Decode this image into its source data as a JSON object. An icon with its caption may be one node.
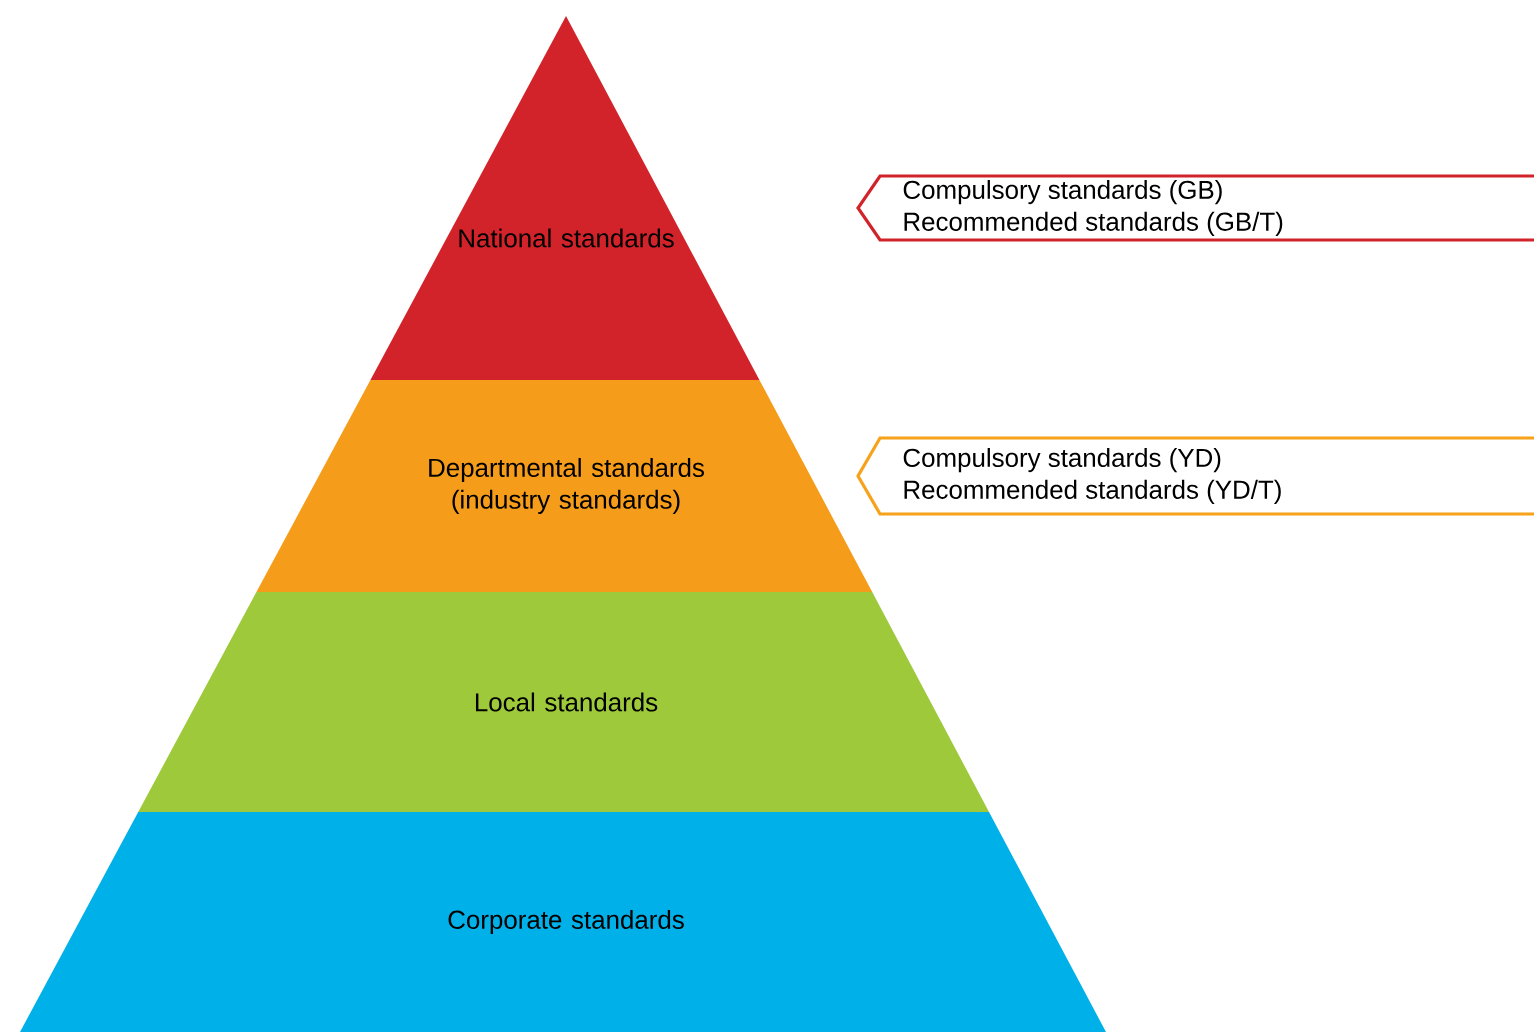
{
  "diagram": {
    "nodes": [
      {
        "text": [
          "National standards"
        ]
      },
      {
        "text": [
          "Departmental standards (industry standards)"
        ]
      },
      {
        "text": [
          "Local standards"
        ]
      },
      {
        "text": [
          "Corporate standards"
        ]
      },
      {
        "text": [
          "Compulsory standards (GB)",
          "Recommended standards (GB/T)"
        ]
      },
      {
        "text": [
          "Compulsory standards (YD)",
          "Recommended standards (YD/T)"
        ]
      }
    ]
  }
}
